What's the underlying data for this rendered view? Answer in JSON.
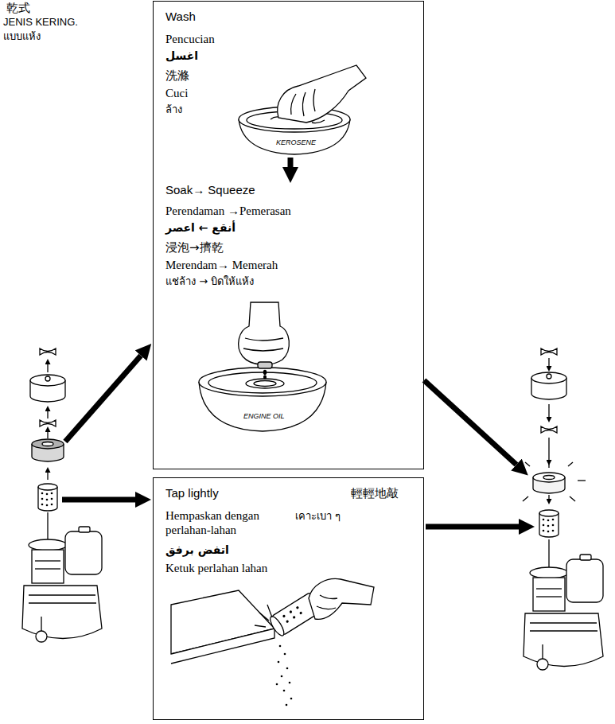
{
  "diagram": {
    "nodes": [
      {
        "text": [
          "Wash",
          "Pencucian",
          "اغسل",
          "洗滌",
          "Cuci",
          "ล้าง",
          "Soak→ Squeeze",
          "Perendaman →Pemerasan",
          "أنقع ← اعصر",
          "浸泡→擠乾",
          "Merendam→ Memerah",
          "แช่ล้าง → บิดให้แห้ง"
        ]
      },
      {
        "text": [
          "Tap lightly",
          "輕輕地敲",
          "Hempaskan dengan perlahan-lahan",
          "เคาะเบา ๆ",
          "اتفض برفق",
          "Ketuk perlahan lahan"
        ]
      }
    ],
    "labels": [
      "乾式",
      "JENIS KERING.",
      "แบบแห้ง",
      "KEROSENE",
      "ENGINE OIL"
    ]
  }
}
